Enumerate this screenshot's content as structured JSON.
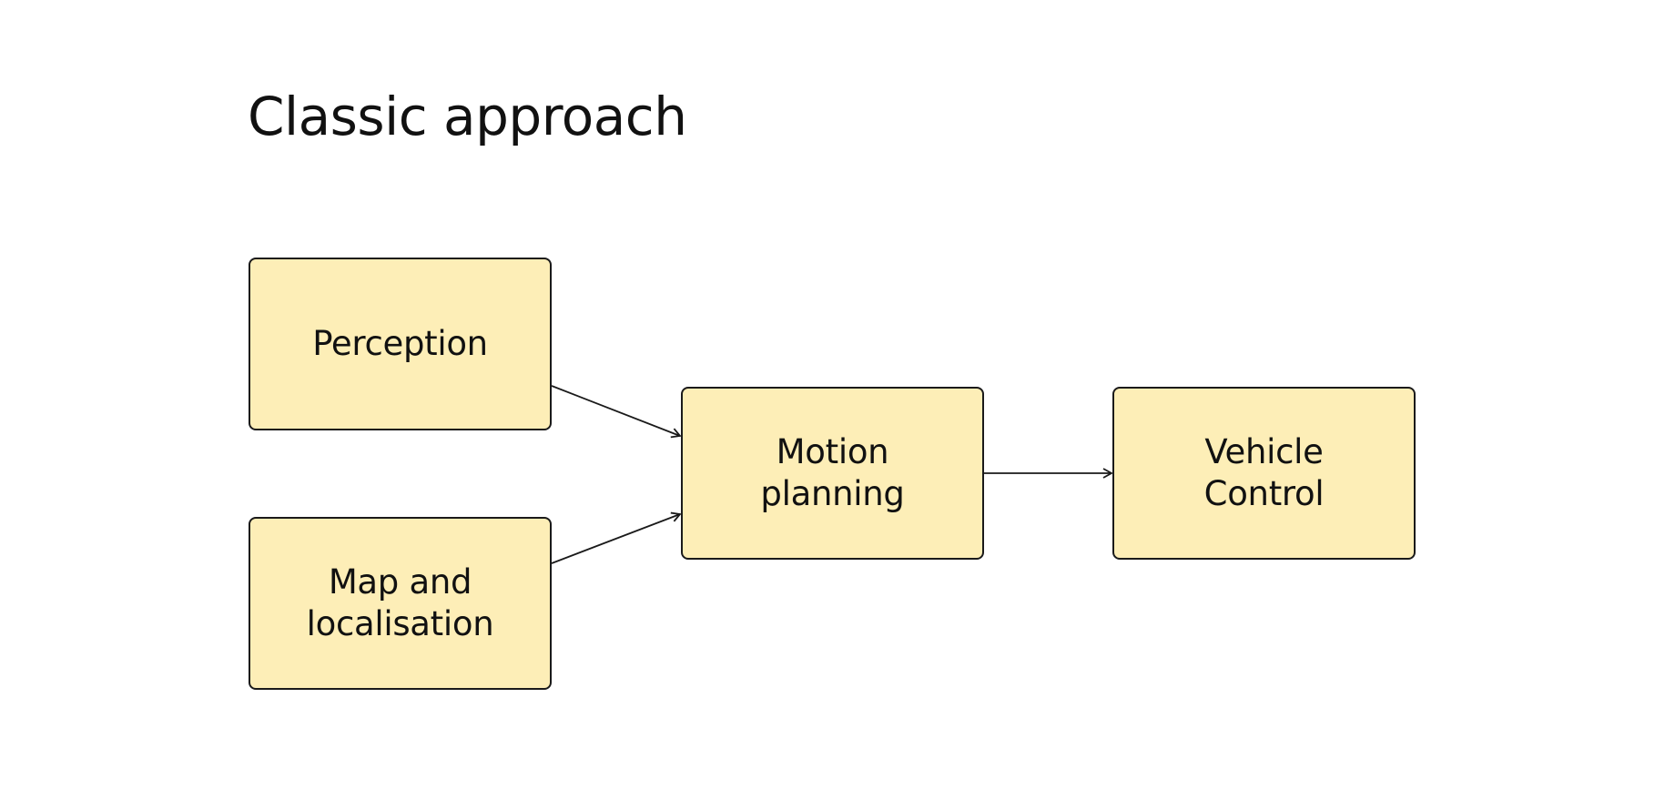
{
  "title": "Classic approach",
  "nodes": {
    "perception": "Perception",
    "map": "Map and\nlocalisation",
    "motion": "Motion\nplanning",
    "vehicle": "Vehicle\nControl"
  },
  "colors": {
    "box_fill": "#fdeeb7",
    "box_border": "#1a1a1a",
    "arrow": "#1a1a1a",
    "text": "#111111",
    "background": "#ffffff"
  }
}
